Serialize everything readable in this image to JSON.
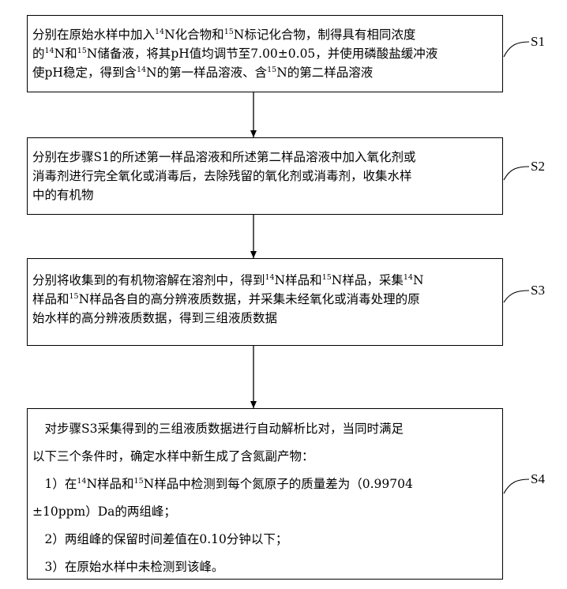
{
  "steps": [
    {
      "label": "S1",
      "lines": [
        [
          "分别在原始水样中加入",
          {
            "sup": "14"
          },
          "N化合物和",
          {
            "sup": "15"
          },
          "N标记化合物，制得具有相同浓度"
        ],
        [
          "的",
          {
            "sup": "14"
          },
          "N和",
          {
            "sup": "15"
          },
          "N储备液，将其pH值均调节至7.00±0.05，并使用磷酸盐缓冲液"
        ],
        [
          "使pH稳定，得到含",
          {
            "sup": "14"
          },
          "N的第一样品溶液、含",
          {
            "sup": "15"
          },
          "N的第二样品溶液"
        ]
      ]
    },
    {
      "label": "S2",
      "lines": [
        [
          "分别在步骤S1的所述第一样品溶液和所述第二样品溶液中加入氧化剂或"
        ],
        [
          "消毒剂进行完全氧化或消毒后，去除残留的氧化剂或消毒剂，收集水样"
        ],
        [
          "中的有机物"
        ]
      ]
    },
    {
      "label": "S3",
      "lines": [
        [
          "分别将收集到的有机物溶解在溶剂中，得到",
          {
            "sup": "14"
          },
          "N样品和",
          {
            "sup": "15"
          },
          "N样品，采集",
          {
            "sup": "14"
          },
          "N"
        ],
        [
          "样品和",
          {
            "sup": "15"
          },
          "N样品各自的高分辨液质数据，并采集未经氧化或消毒处理的原"
        ],
        [
          "始水样的高分辨液质数据，得到三组液质数据"
        ]
      ]
    },
    {
      "label": "S4",
      "lines": [
        [
          "　对步骤S3采集得到的三组液质数据进行自动解析比对，当同时满足"
        ],
        [
          "以下三个条件时，确定水样中新生成了含氮副产物："
        ],
        [
          "　1）在",
          {
            "sup": "14"
          },
          "N样品和",
          {
            "sup": "15"
          },
          "N样品中检测到每个氮原子的质量差为（0.99704"
        ],
        [
          "±10ppm）Da的两组峰；"
        ],
        [
          "　2）两组峰的保留时间差值在0.10分钟以下；"
        ],
        [
          "　3）在原始水样中未检测到该峰。"
        ]
      ]
    }
  ]
}
